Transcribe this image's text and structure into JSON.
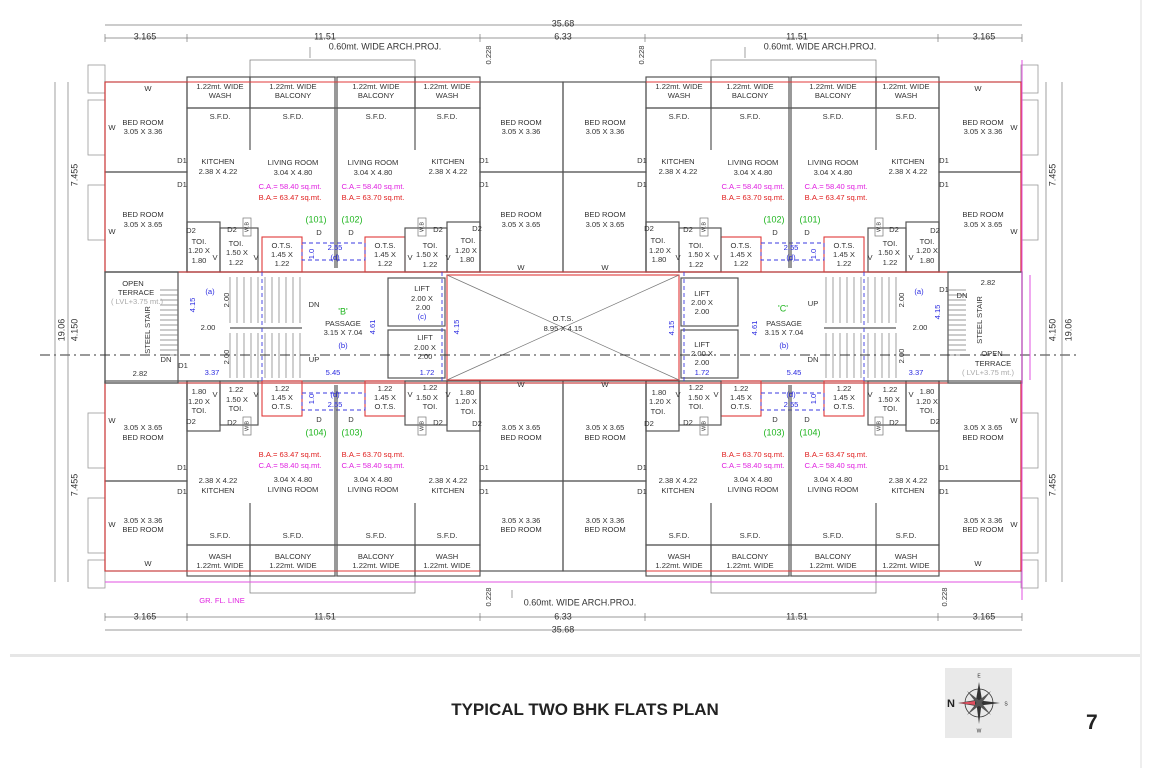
{
  "title": "TYPICAL TWO BHK FLATS PLAN",
  "page_number": "7",
  "compass": {
    "north": "N",
    "east": "E",
    "south": "S",
    "west": "W"
  },
  "colors": {
    "wall": "#555555",
    "outline_red": "#e03a3a",
    "dimension_blue": "#2b2be0",
    "flat_number_green": "#1fb51f",
    "carpet_area_magenta": "#e020e0",
    "built_area_red": "#e02020"
  },
  "dimensions": {
    "overall_length": "35.68",
    "segments": [
      "3.165",
      "11.51",
      "6.33",
      "11.51",
      "3.165"
    ],
    "wing_depth": "7.455",
    "total_depth": "19.06",
    "core_depth": "4.150",
    "projection": "0.228"
  },
  "notes": {
    "arch_projection": "0.60mt. WIDE ARCH.PROJ.",
    "ground_floor_line": "GR. FL. LINE"
  },
  "flat_numbers": {
    "top": [
      "(101)",
      "(102)"
    ],
    "bottom": [
      "(104)",
      "(103)"
    ]
  },
  "rooms": {
    "bed_room": "BED ROOM",
    "bed_small": "3.05 X 3.36",
    "bed_large": "3.05 X 3.65",
    "kitchen": "KITCHEN",
    "kitchen_size": "2.38 X 4.22",
    "living": "LIVING ROOM",
    "living_size": "3.04 X 4.80",
    "carpet_area": "C.A.= 58.40 sq.mt.",
    "built_area_a": "B.A.= 63.47 sq.mt.",
    "built_area_b": "B.A.= 63.70 sq.mt.",
    "wide": "1.22mt. WIDE",
    "wash": "WASH",
    "balcony": "BALCONY",
    "sfd": "S.F.D.",
    "toilet": "TOI.",
    "toi_small_1": "1.20 X",
    "toi_small_2": "1.80",
    "toi_large_1": "1.50 X",
    "toi_large_2": "1.22",
    "ots": "O.T.S.",
    "ots_size_1": "1.45 X",
    "ots_size_2": "1.22",
    "ots_gap": "2.55",
    "ots_gap_tag": "(d)",
    "ots_gap_depth": "1.0",
    "window": "W",
    "door": "D",
    "door1": "D1",
    "door2": "D2",
    "ventilator": "V",
    "wash_basin": "W.B"
  },
  "core": {
    "open_1": "OPEN",
    "open_2": "TERRACE",
    "terrace_level": "( LVL+3.75 mt.)",
    "steel_stair": "STEEL STAIR",
    "dn": "DN",
    "up": "UP",
    "door1": "D1",
    "stair_tag": "(a)",
    "stair_depth": "4.15",
    "flight": "2.00",
    "passage_b": "'B'",
    "passage_c": "'C'",
    "passage": "PASSAGE",
    "passage_size": "3.15 X 7.04",
    "passage_tag": "(b)",
    "passage_depth": "4.61",
    "lift": "LIFT",
    "lift_size_1": "2.00 X",
    "lift_size_2": "2.00",
    "lift_tag": "(c)",
    "lift_depth": "4.15",
    "ots": "O.T.S.",
    "ots_size": "8.95 X 4.15",
    "terrace_width": "2.82",
    "stair_length": "3.37",
    "passage_length": "5.45",
    "lift_length": "1.72"
  }
}
